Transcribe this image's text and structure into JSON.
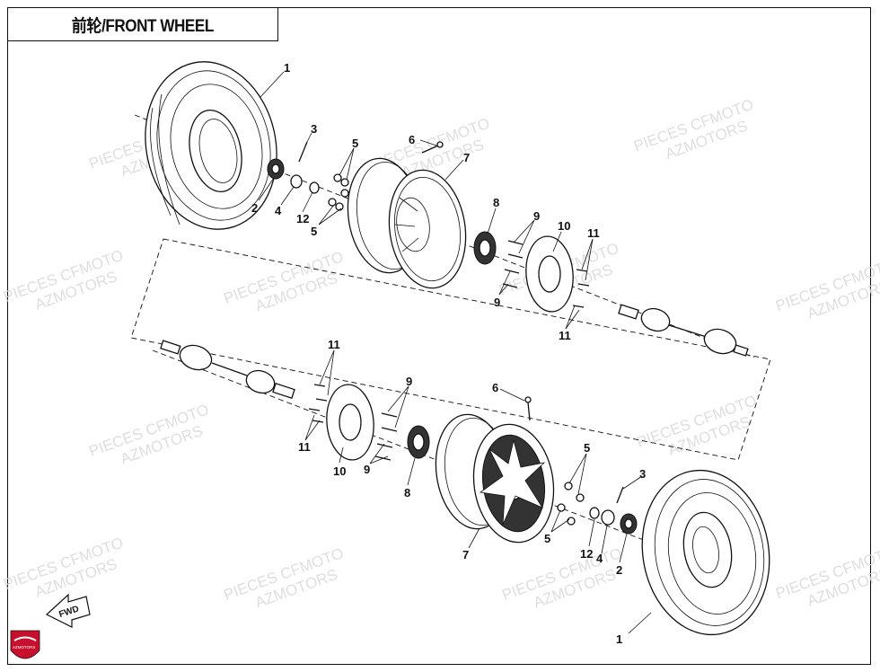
{
  "title": "前轮/FRONT WHEEL",
  "watermark": {
    "line1": "PIECES CFMOTO",
    "line2": "AZMOTORS"
  },
  "fwd_label": "FWD",
  "logo_text": "AZMOTORS",
  "colors": {
    "logo_red": "#c8102e",
    "ink": "#111111",
    "watermark": "#d9d9d9"
  },
  "callouts": {
    "top": [
      {
        "id": "t1",
        "label": "1"
      },
      {
        "id": "t2",
        "label": "2"
      },
      {
        "id": "t3",
        "label": "3"
      },
      {
        "id": "t4",
        "label": "4"
      },
      {
        "id": "t5a",
        "label": "5"
      },
      {
        "id": "t5b",
        "label": "5"
      },
      {
        "id": "t6",
        "label": "6"
      },
      {
        "id": "t7",
        "label": "7"
      },
      {
        "id": "t8",
        "label": "8"
      },
      {
        "id": "t9a",
        "label": "9"
      },
      {
        "id": "t9b",
        "label": "9"
      },
      {
        "id": "t10",
        "label": "10"
      },
      {
        "id": "t11a",
        "label": "11"
      },
      {
        "id": "t11b",
        "label": "11"
      },
      {
        "id": "t12",
        "label": "12"
      }
    ],
    "bottom": [
      {
        "id": "b1",
        "label": "1"
      },
      {
        "id": "b2",
        "label": "2"
      },
      {
        "id": "b3",
        "label": "3"
      },
      {
        "id": "b4",
        "label": "4"
      },
      {
        "id": "b5a",
        "label": "5"
      },
      {
        "id": "b5b",
        "label": "5"
      },
      {
        "id": "b6",
        "label": "6"
      },
      {
        "id": "b7",
        "label": "7"
      },
      {
        "id": "b8",
        "label": "8"
      },
      {
        "id": "b9a",
        "label": "9"
      },
      {
        "id": "b9b",
        "label": "9"
      },
      {
        "id": "b10",
        "label": "10"
      },
      {
        "id": "b11a",
        "label": "11"
      },
      {
        "id": "b11b",
        "label": "11"
      },
      {
        "id": "b12",
        "label": "12"
      }
    ]
  }
}
